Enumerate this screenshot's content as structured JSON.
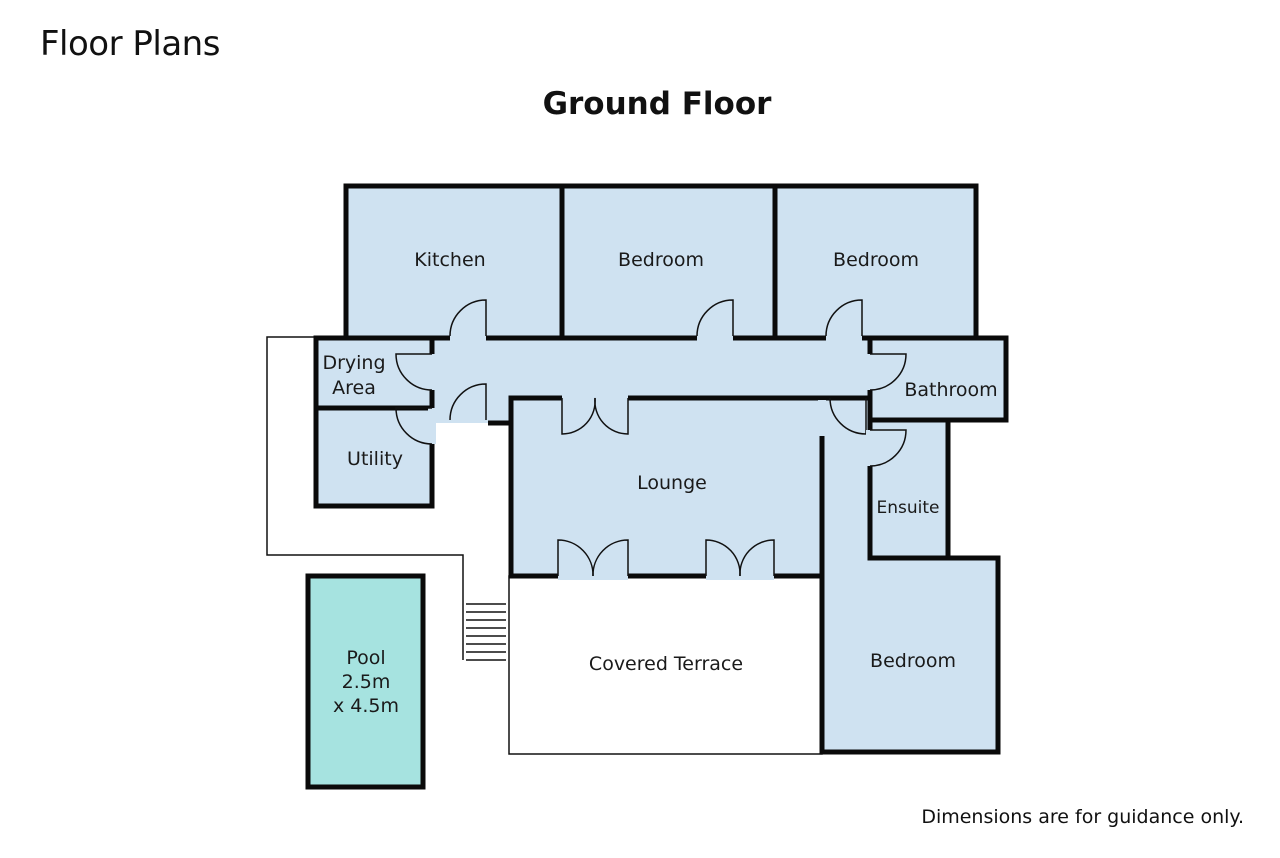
{
  "page": {
    "heading": "Floor Plans",
    "floor_title": "Ground Floor",
    "disclaimer": "Dimensions are for guidance only."
  },
  "colors": {
    "room_fill": "#cfe2f1",
    "pool_fill": "#a6e3e0",
    "terrace_fill": "#ffffff",
    "wall": "#0a0a0a"
  },
  "rooms": {
    "kitchen": "Kitchen",
    "bedroom_1": "Bedroom",
    "bedroom_2": "Bedroom",
    "drying_area_line1": "Drying",
    "drying_area_line2": "Area",
    "bathroom": "Bathroom",
    "utility": "Utility",
    "lounge": "Lounge",
    "ensuite": "Ensuite",
    "covered_terrace": "Covered Terrace",
    "bedroom_3": "Bedroom",
    "pool_line1": "Pool",
    "pool_line2": "2.5m",
    "pool_line3": "x 4.5m"
  }
}
